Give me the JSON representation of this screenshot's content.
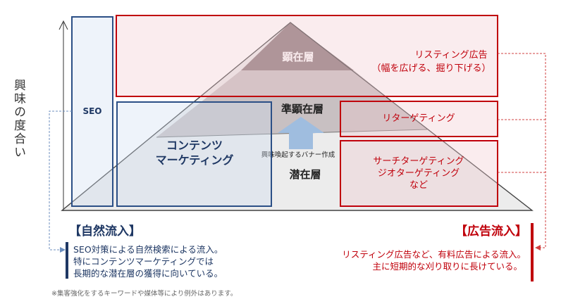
{
  "diagram": {
    "y_axis_label": "興味の度合い",
    "pyramid": {
      "top_layer": "顕在層",
      "middle_layer": "準顕在層",
      "bottom_layer": "潜在層",
      "arrow_caption": "興味喚起するバナー作成"
    },
    "boxes": {
      "seo": "SEO",
      "content_marketing": [
        "コンテンツ",
        "マーケティング"
      ],
      "listing_ads": [
        "リスティング広告",
        "（幅を広げる、掘り下げる）"
      ],
      "retargeting": "リターゲティング",
      "targeting": [
        "サーチターゲティング",
        "ジオターゲティング",
        "など"
      ]
    },
    "natural": {
      "heading": "【自然流入】",
      "lines": [
        "SEO対策による自然検索による流入。",
        "特にコンテンツマーケティングでは",
        "長期的な潜在層の獲得に向いている。"
      ],
      "footnote": "※集客強化をするキーワードや媒体等により例外はあります。"
    },
    "paid": {
      "heading": "【広告流入】",
      "lines": [
        "リスティング広告など、有料広告による流入。",
        "主に短期的な刈り取りに長けている。"
      ]
    },
    "colors": {
      "blue": "#2b4f86",
      "red": "#c0000b",
      "pyramid_top": "#8d7a7d",
      "pyramid_middle": "#c8c0c2",
      "pyramid_bottom": "#ececec",
      "arrow": "#9fbddf"
    }
  }
}
